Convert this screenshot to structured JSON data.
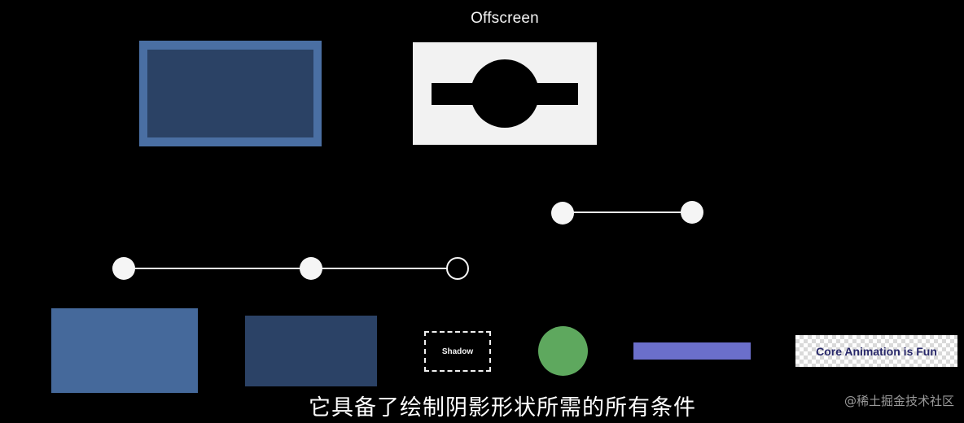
{
  "panel": {
    "title": "Offscreen"
  },
  "shadow_box": {
    "label": "Shadow"
  },
  "text_layer": {
    "label": "Core Animation is Fun"
  },
  "subtitle": {
    "text": "它具备了绘制阴影形状所需的所有条件"
  },
  "watermark": {
    "text": "@稀土掘金技术社区"
  },
  "colors": {
    "background": "#000000",
    "layer_blue": "#4a6fa3",
    "layer_navy": "#2b4265",
    "panel_bg": "#f2f2f2",
    "green": "#5ea85e",
    "purple": "#6b6fcb",
    "text_dark": "#28286a"
  }
}
